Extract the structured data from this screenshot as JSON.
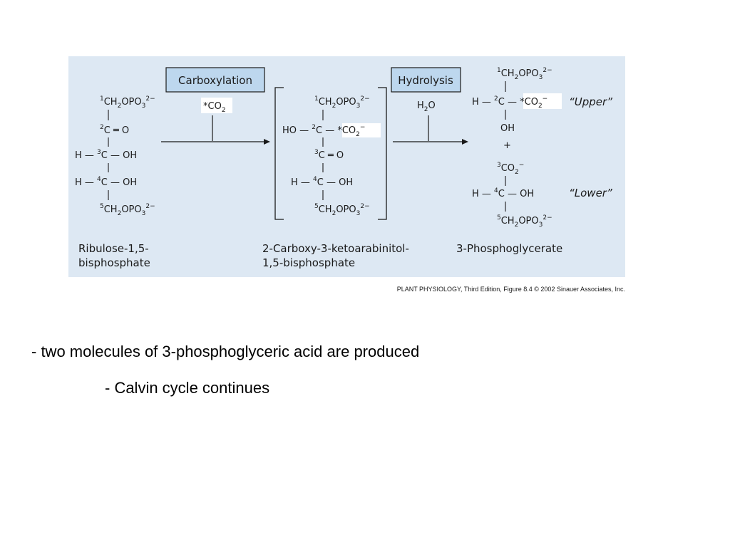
{
  "figure": {
    "background": "#dde8f3",
    "label_box_fill": "#bdd7ee",
    "step_carboxylation": "Carboxylation",
    "step_hydrolysis": "Hydrolysis",
    "reagent_co2": "*CO",
    "reagent_h2o": "H",
    "rubp": {
      "c1": "CH",
      "c2": "C",
      "c3": "C",
      "c4": "C",
      "c5": "CH",
      "name_line1": "Ribulose-1,5-",
      "name_line2": "bisphosphate"
    },
    "intermediate": {
      "c1": "CH",
      "c2": "C",
      "c3": "C",
      "c4": "C",
      "c5": "CH",
      "name_line1": "2-Carboxy-3-ketoarabinitol-",
      "name_line2": "1,5-bisphosphate"
    },
    "product": {
      "upper_label": "“Upper”",
      "lower_label": "“Lower”",
      "plus": "+",
      "name": "3-Phosphoglycerate"
    },
    "credit": {
      "book": "PLANT PHYSIOLOGY",
      "rest": ", Third Edition, Figure 8.4  © 2002 Sinauer Associates, Inc."
    }
  },
  "bullets": [
    "- two molecules of 3-phosphoglyceric acid are produced",
    "- Calvin cycle continues"
  ]
}
